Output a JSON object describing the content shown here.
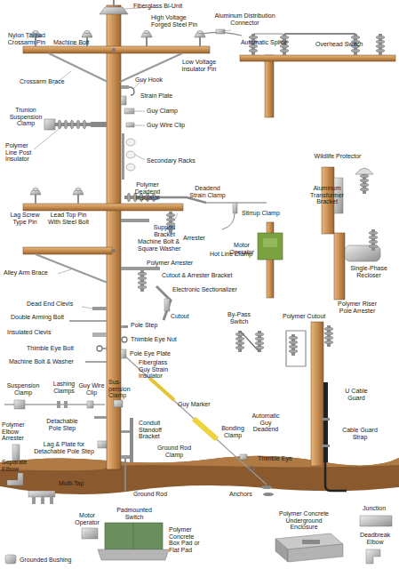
{
  "diagram": {
    "labels": [
      "Nylon Thread Crossarm Pin",
      "Fiberglass Bi-Unit",
      "High Voltage Forged Steel Pin",
      "Machine Bolt",
      "Aluminum Distribution Connector",
      "Automatic Splice",
      "Overhead Switch",
      "Crossarm Brace",
      "Guy Hook",
      "Low Voltage Insulator Pin",
      "Strain Plate",
      "Trunion Suspension Clamp",
      "Guy Clamp",
      "Guy Wire Clip",
      "Polymer Line Post Insulator",
      "Secondary Racks",
      "Wildlife Protector",
      "Polymer Deadend Insulator",
      "Deadend Strain Clamp",
      "Stirrup Clamp",
      "Aluminum Transformer Bracket",
      "Lag Screw Type Pin",
      "Lead Top Pin With Steel Bolt",
      "Support Bracket",
      "Arrester",
      "Hot Line Clamp",
      "Machine Bolt & Square Washer",
      "Polymer Arrester",
      "Motor Operator",
      "Single-Phase Recloser",
      "Alley Arm Brace",
      "Cutout & Arrester Bracket",
      "Electronic Sectionalizer",
      "Cutout",
      "Dead End Clevis",
      "Double Arming Bolt",
      "Pole Step",
      "Insulated Clevis",
      "Thimble Eye Nut",
      "Thimble Eye Bolt",
      "Pole Eye Plate",
      "By-Pass Switch",
      "Polymer Cutout",
      "Polymer Riser Pole Arrester",
      "Machine Bolt & Washer",
      "Fiberglass Guy Strain Insulator",
      "Suspension Clamp",
      "Lashing Clamps",
      "Guy Wire Clip",
      "Sus- pension Clamp",
      "U Cable Guard",
      "Guy Marker",
      "Polymer Elbow Arrester",
      "Detachable Pole Step",
      "Conduit Standoff Bracket",
      "Bonding Clamp",
      "Automatic Guy Deadend",
      "Lag & Plate for Detachable Pole Step",
      "Ground Rod Clamp",
      "Thimble Eye",
      "Cable Guard Strap",
      "Separate Elbow",
      "Ground Rod",
      "Anchors",
      "Multi-Tap",
      "Junction",
      "Motor Operator",
      "Padmounted Switch",
      "Polymer Concrete Underground Enclosure",
      "Deadbreak Elbow",
      "Polymer Concrete Box Pad or Flat Pad",
      "Grounded Bushing"
    ]
  }
}
